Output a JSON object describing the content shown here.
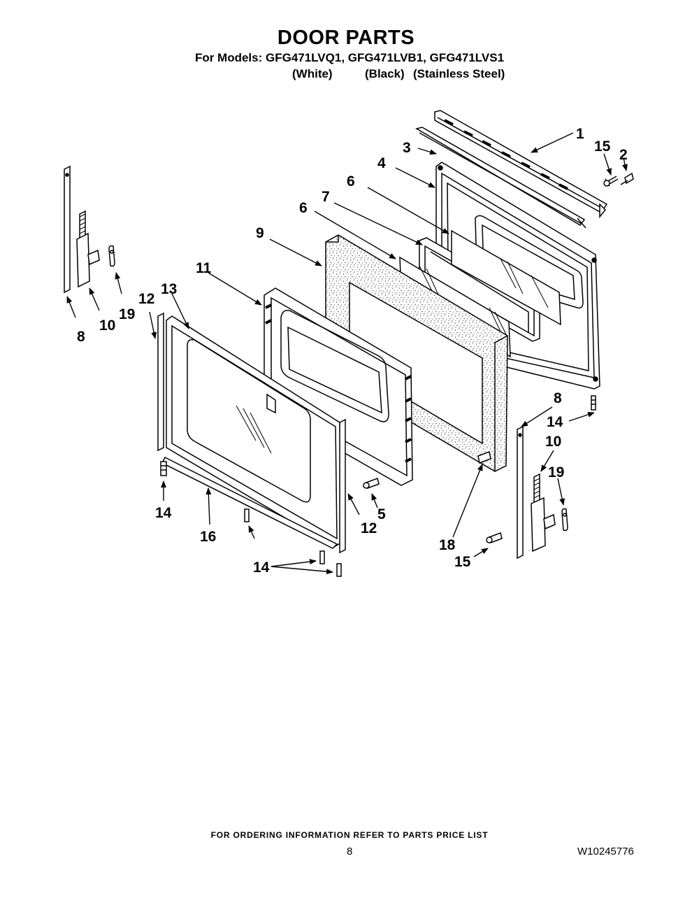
{
  "header": {
    "title": "DOOR PARTS",
    "models_line": "For Models: GFG471LVQ1, GFG471LVB1, GFG471LVS1",
    "finishes": [
      "(White)",
      "(Black)",
      "(Stainless Steel)"
    ]
  },
  "diagram": {
    "callouts": [
      "1",
      "15",
      "2",
      "3",
      "4",
      "6",
      "7",
      "6",
      "9",
      "11",
      "13",
      "12",
      "8",
      "10",
      "19",
      "8",
      "14",
      "10",
      "19",
      "14",
      "16",
      "5",
      "12",
      "18",
      "15",
      "14"
    ]
  },
  "footer": {
    "ordering_note": "FOR ORDERING INFORMATION REFER TO PARTS PRICE LIST",
    "page_number": "8",
    "document_number": "W10245776"
  }
}
